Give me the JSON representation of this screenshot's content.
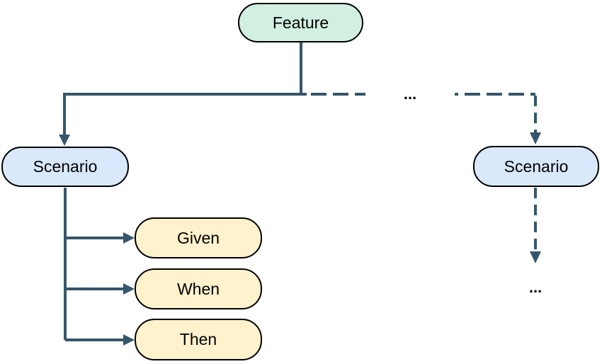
{
  "diagram": {
    "nodes": {
      "feature": {
        "label": "Feature",
        "fill": "#d2f0e2"
      },
      "scenario_left": {
        "label": "Scenario",
        "fill": "#dae8fc"
      },
      "scenario_right": {
        "label": "Scenario",
        "fill": "#dae8fc"
      },
      "given": {
        "label": "Given",
        "fill": "#fff2cc"
      },
      "when": {
        "label": "When",
        "fill": "#fff2cc"
      },
      "then": {
        "label": "Then",
        "fill": "#fff2cc"
      }
    },
    "labels": {
      "ellipsis_mid": "...",
      "ellipsis_bottom": "..."
    },
    "colors": {
      "edge": "#36566b",
      "node_border": "#000000",
      "text": "#000000",
      "background": "#ffffff"
    }
  }
}
